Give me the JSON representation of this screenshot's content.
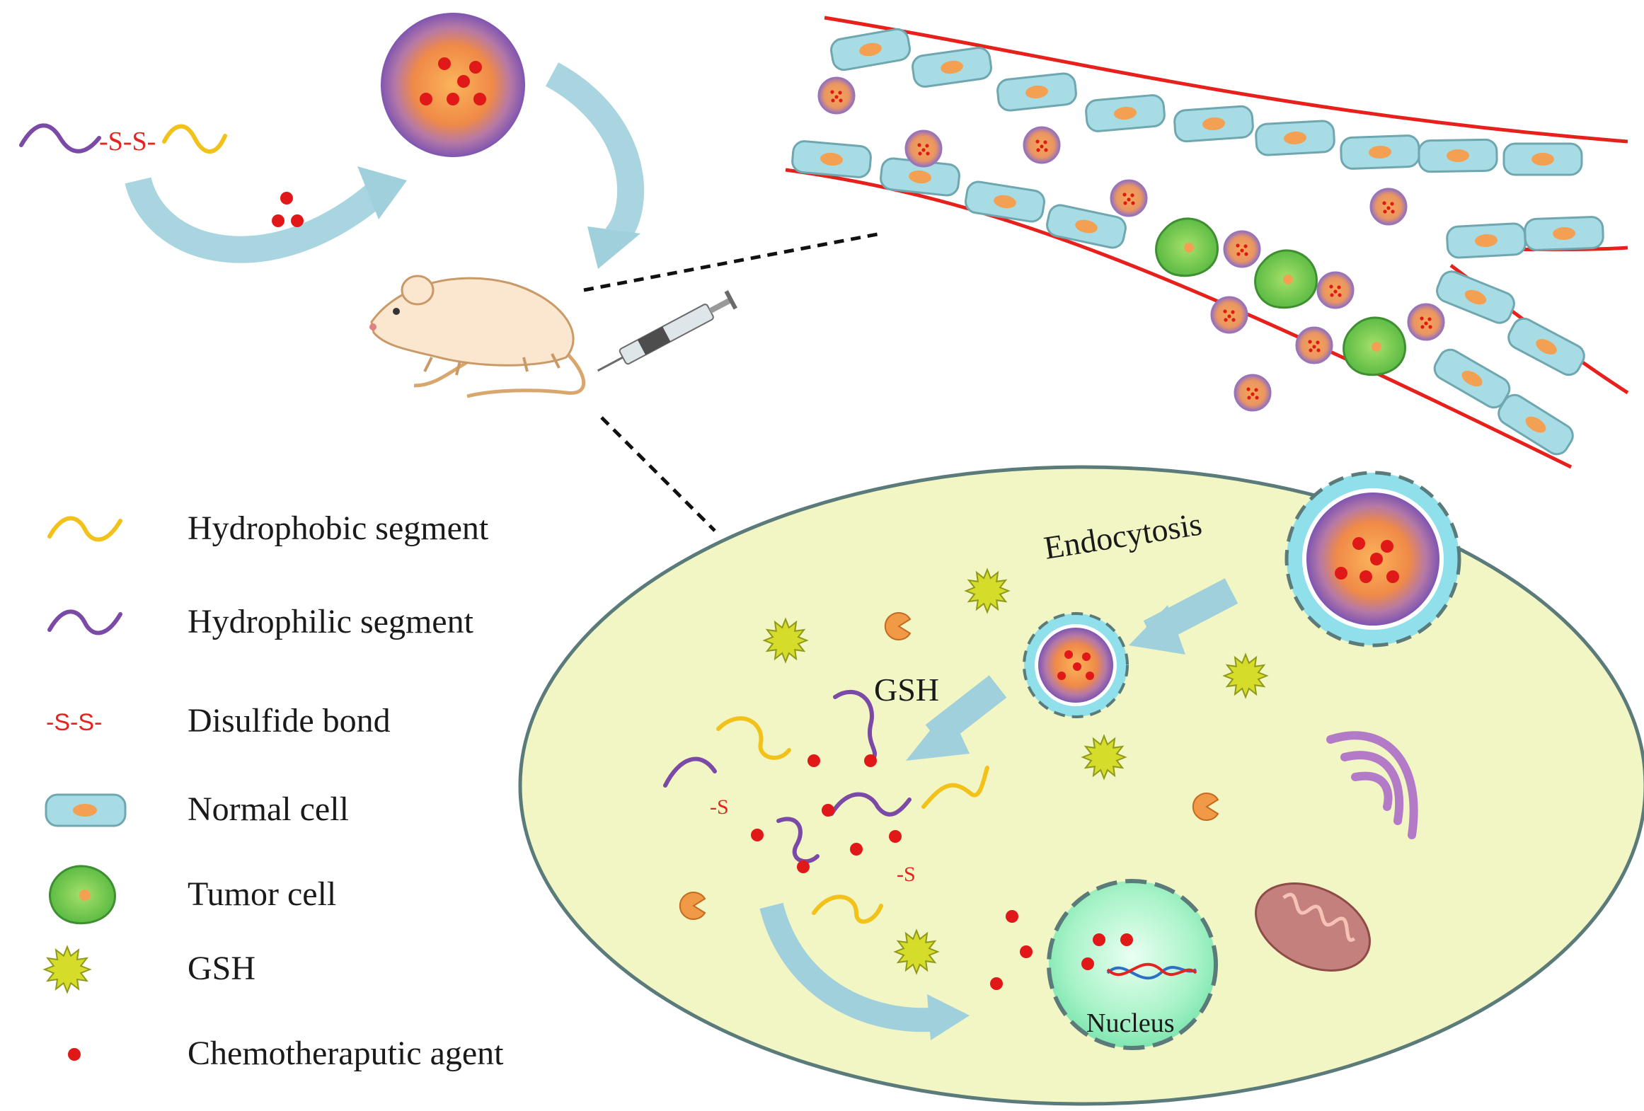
{
  "precursor": {
    "disulfide_label": "-S-S-"
  },
  "cell": {
    "endocytosis_label": "Endocytosis",
    "gsh_label": "GSH",
    "nucleus_label": "Nucleus",
    "thiol_label": "-S"
  },
  "legend": {
    "items": [
      {
        "label": "Hydrophobic segment",
        "icon": "hydrophobic-segment-icon",
        "color": "#f2c21b"
      },
      {
        "label": "Hydrophilic segment",
        "icon": "hydrophilic-segment-icon",
        "color": "#7a4aa6"
      },
      {
        "label": "Disulfide bond",
        "icon": "disulfide-bond-icon",
        "symbol": "-S-S-",
        "color": "#e52420"
      },
      {
        "label": "Normal cell",
        "icon": "normal-cell-icon",
        "color": "#a8dce4"
      },
      {
        "label": "Tumor cell",
        "icon": "tumor-cell-icon",
        "color": "#6cc04a"
      },
      {
        "label": "GSH",
        "icon": "gsh-icon",
        "color": "#d6dc2a"
      },
      {
        "label": "Chemotheraputic agent",
        "icon": "chemotherapeutic-agent-icon",
        "color": "#e01818"
      }
    ]
  },
  "colors": {
    "vessel_wall": "#e8201c",
    "cell_body": "#f2f5c4",
    "arrow": "#9fd0dc",
    "drug": "#e01818",
    "micelle_core": "#f3a052",
    "micelle_shell": "#8e63b8"
  }
}
